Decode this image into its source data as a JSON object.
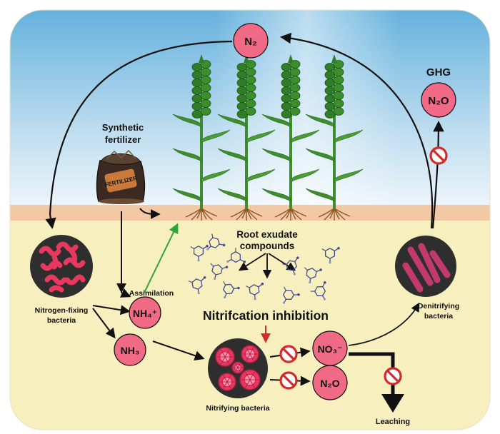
{
  "nodes": {
    "n2_top": "N₂",
    "ghg": "GHG",
    "n2o_top": "N₂O",
    "synthetic_line1": "Synthetic",
    "synthetic_line2": "fertilizer",
    "bag_text": "FERTILIZER",
    "root_line1": "Root exudate",
    "root_line2": "compounds",
    "assimilation": "Assimilation",
    "nh4": "NH₄⁺",
    "nh3": "NH₃",
    "nfix_line1": "Nitrogen-fixing",
    "nfix_line2": "bacteria",
    "nitrification_inhibition": "Nitrifcation inhibition",
    "no3": "NO₃⁻",
    "n2o_bottom": "N₂O",
    "nitrifying": "Nitrifying bacteria",
    "denit_line1": "Denitrifying",
    "denit_line2": "bacteria",
    "leaching": "Leaching"
  },
  "colors": {
    "sky_top": "#6fb6e0",
    "sky_bottom": "#eef6fb",
    "soil": "#f8efbf",
    "soil_band": "#f2c9a4",
    "node_fill": "#f06a86",
    "bacteria_dark": "#2e2e2e",
    "bacteria_pink": "#e8385f",
    "plant_green": "#3e8d2f",
    "inhibit_red": "#d22a2a",
    "assim_green": "#2ea33a"
  }
}
